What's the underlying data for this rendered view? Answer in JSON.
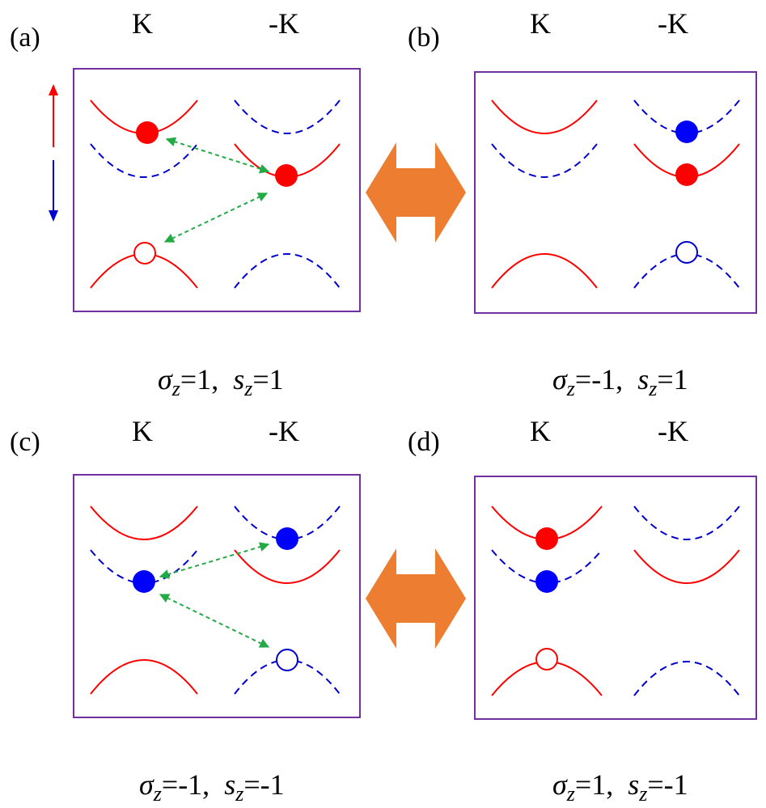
{
  "panels": [
    {
      "label": "(a)",
      "valley_left": "K",
      "valley_right": "-K",
      "formula": {
        "sigma": "σ",
        "sigma_sub": "z",
        "sigma_val": "=1,",
        "s": "s",
        "s_sub": "z",
        "s_val": "=1"
      }
    },
    {
      "label": "(b)",
      "valley_left": "K",
      "valley_right": "-K",
      "formula": {
        "sigma": "σ",
        "sigma_sub": "z",
        "sigma_val": "=-1,",
        "s": "s",
        "s_sub": "z",
        "s_val": "=1"
      }
    },
    {
      "label": "(c)",
      "valley_left": "K",
      "valley_right": "-K",
      "formula": {
        "sigma": "σ",
        "sigma_sub": "z",
        "sigma_val": "=-1,",
        "s": "s",
        "s_sub": "z",
        "s_val": "=-1"
      }
    },
    {
      "label": "(d)",
      "valley_left": "K",
      "valley_right": "-K",
      "formula": {
        "sigma": "σ",
        "sigma_sub": "z",
        "sigma_val": "=1,",
        "s": "s",
        "s_sub": "z",
        "s_val": "=-1"
      }
    }
  ],
  "colors": {
    "spin_up": "#FF0000",
    "spin_down": "#0000CC",
    "transition_arrow": "#22AA44",
    "frame": "#7030A0",
    "equivalence_arrow": "#ED7D31"
  }
}
